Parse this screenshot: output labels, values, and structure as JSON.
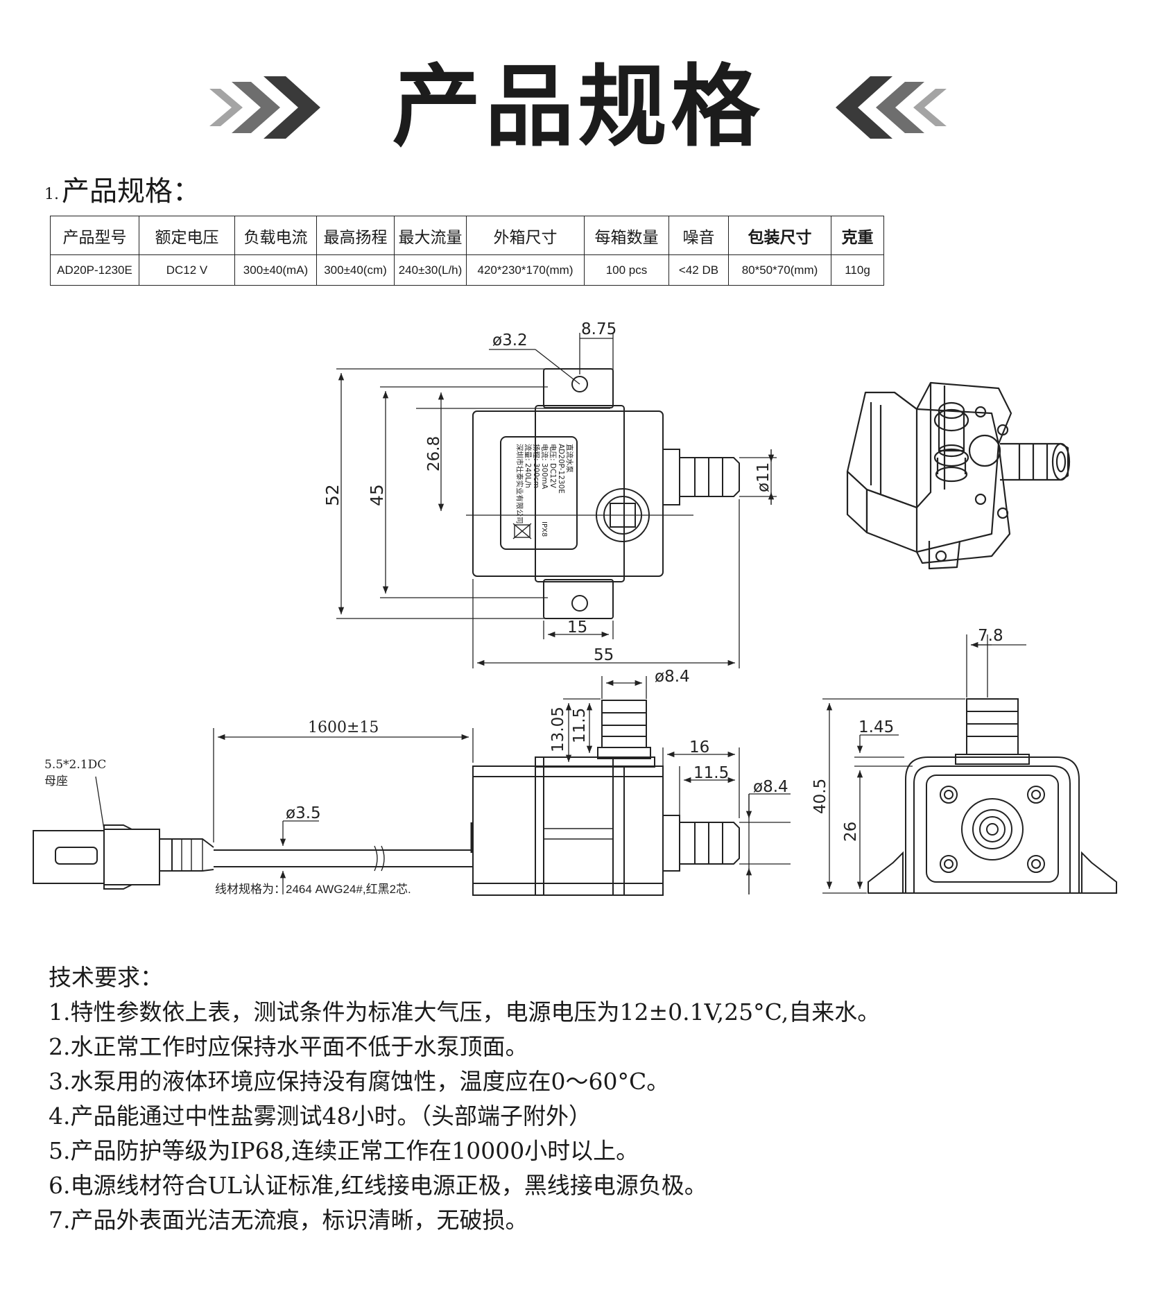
{
  "header": {
    "title": "产品规格"
  },
  "section1": {
    "num": "1.",
    "title": "产品规格："
  },
  "spec_table": {
    "headers": [
      "产品型号",
      "额定电压",
      "负载电流",
      "最高扬程",
      "最大流量",
      "外箱尺寸",
      "每箱数量",
      "噪音",
      "包装尺寸",
      "克重"
    ],
    "values": [
      "AD20P-1230E",
      "DC12 V",
      "300±40(mA)",
      "300±40(cm)",
      "240±30(L/h)",
      "420*230*170(mm)",
      "100 pcs",
      "<42 DB",
      "80*50*70(mm)",
      "110g"
    ]
  },
  "drawing": {
    "top_view": {
      "dims": {
        "d32": "ø3.2",
        "d875": "8.75",
        "d268": "26.8",
        "d52": "52",
        "d45": "45",
        "d11": "ø11",
        "d15": "15",
        "d55": "55"
      },
      "label": [
        "直流水泵",
        "AD20P-1230E",
        "电压: DC12V",
        "电流: 300mA",
        "扬程: 300cm",
        "流量: 240L/h",
        "深圳市壮泰实业有限公司"
      ],
      "ip": "IPX8"
    },
    "front_view": {
      "dims": {
        "d84top": "ø8.4",
        "d1305": "13.05",
        "d115v": "11.5",
        "d16": "16",
        "d115h": "11.5",
        "d84r": "ø8.4"
      }
    },
    "cable": {
      "length": "1600±15",
      "diameter": "ø3.5",
      "connector": [
        "5.5*2.1DC",
        "母座"
      ],
      "note": "线材规格为：2464 AWG24#,红黑2芯."
    },
    "side_view": {
      "dims": {
        "d78": "7.8",
        "d145": "1.45",
        "d405": "40.5",
        "d26": "26"
      }
    }
  },
  "requirements": {
    "title": "技术要求：",
    "items": [
      "1.特性参数依上表，测试条件为标准大气压，电源电压为12±0.1V,25°C,自来水。",
      "2.水正常工作时应保持水平面不低于水泵顶面。",
      "3.水泵用的液体环境应保持没有腐蚀性，温度应在0～60°C。",
      "4.产品能通过中性盐雾测试48小时。（头部端子附外）",
      "5.产品防护等级为IP68,连续正常工作在10000小时以上。",
      "6.电源线材符合UL认证标准,红线接电源正极，黑线接电源负极。",
      "7.产品外表面光洁无流痕，标识清晰，无破损。"
    ]
  },
  "colors": {
    "ink": "#1c1c1c",
    "chevron_dark": "#3a3a3a",
    "chevron_light": "#9a9a9a"
  }
}
